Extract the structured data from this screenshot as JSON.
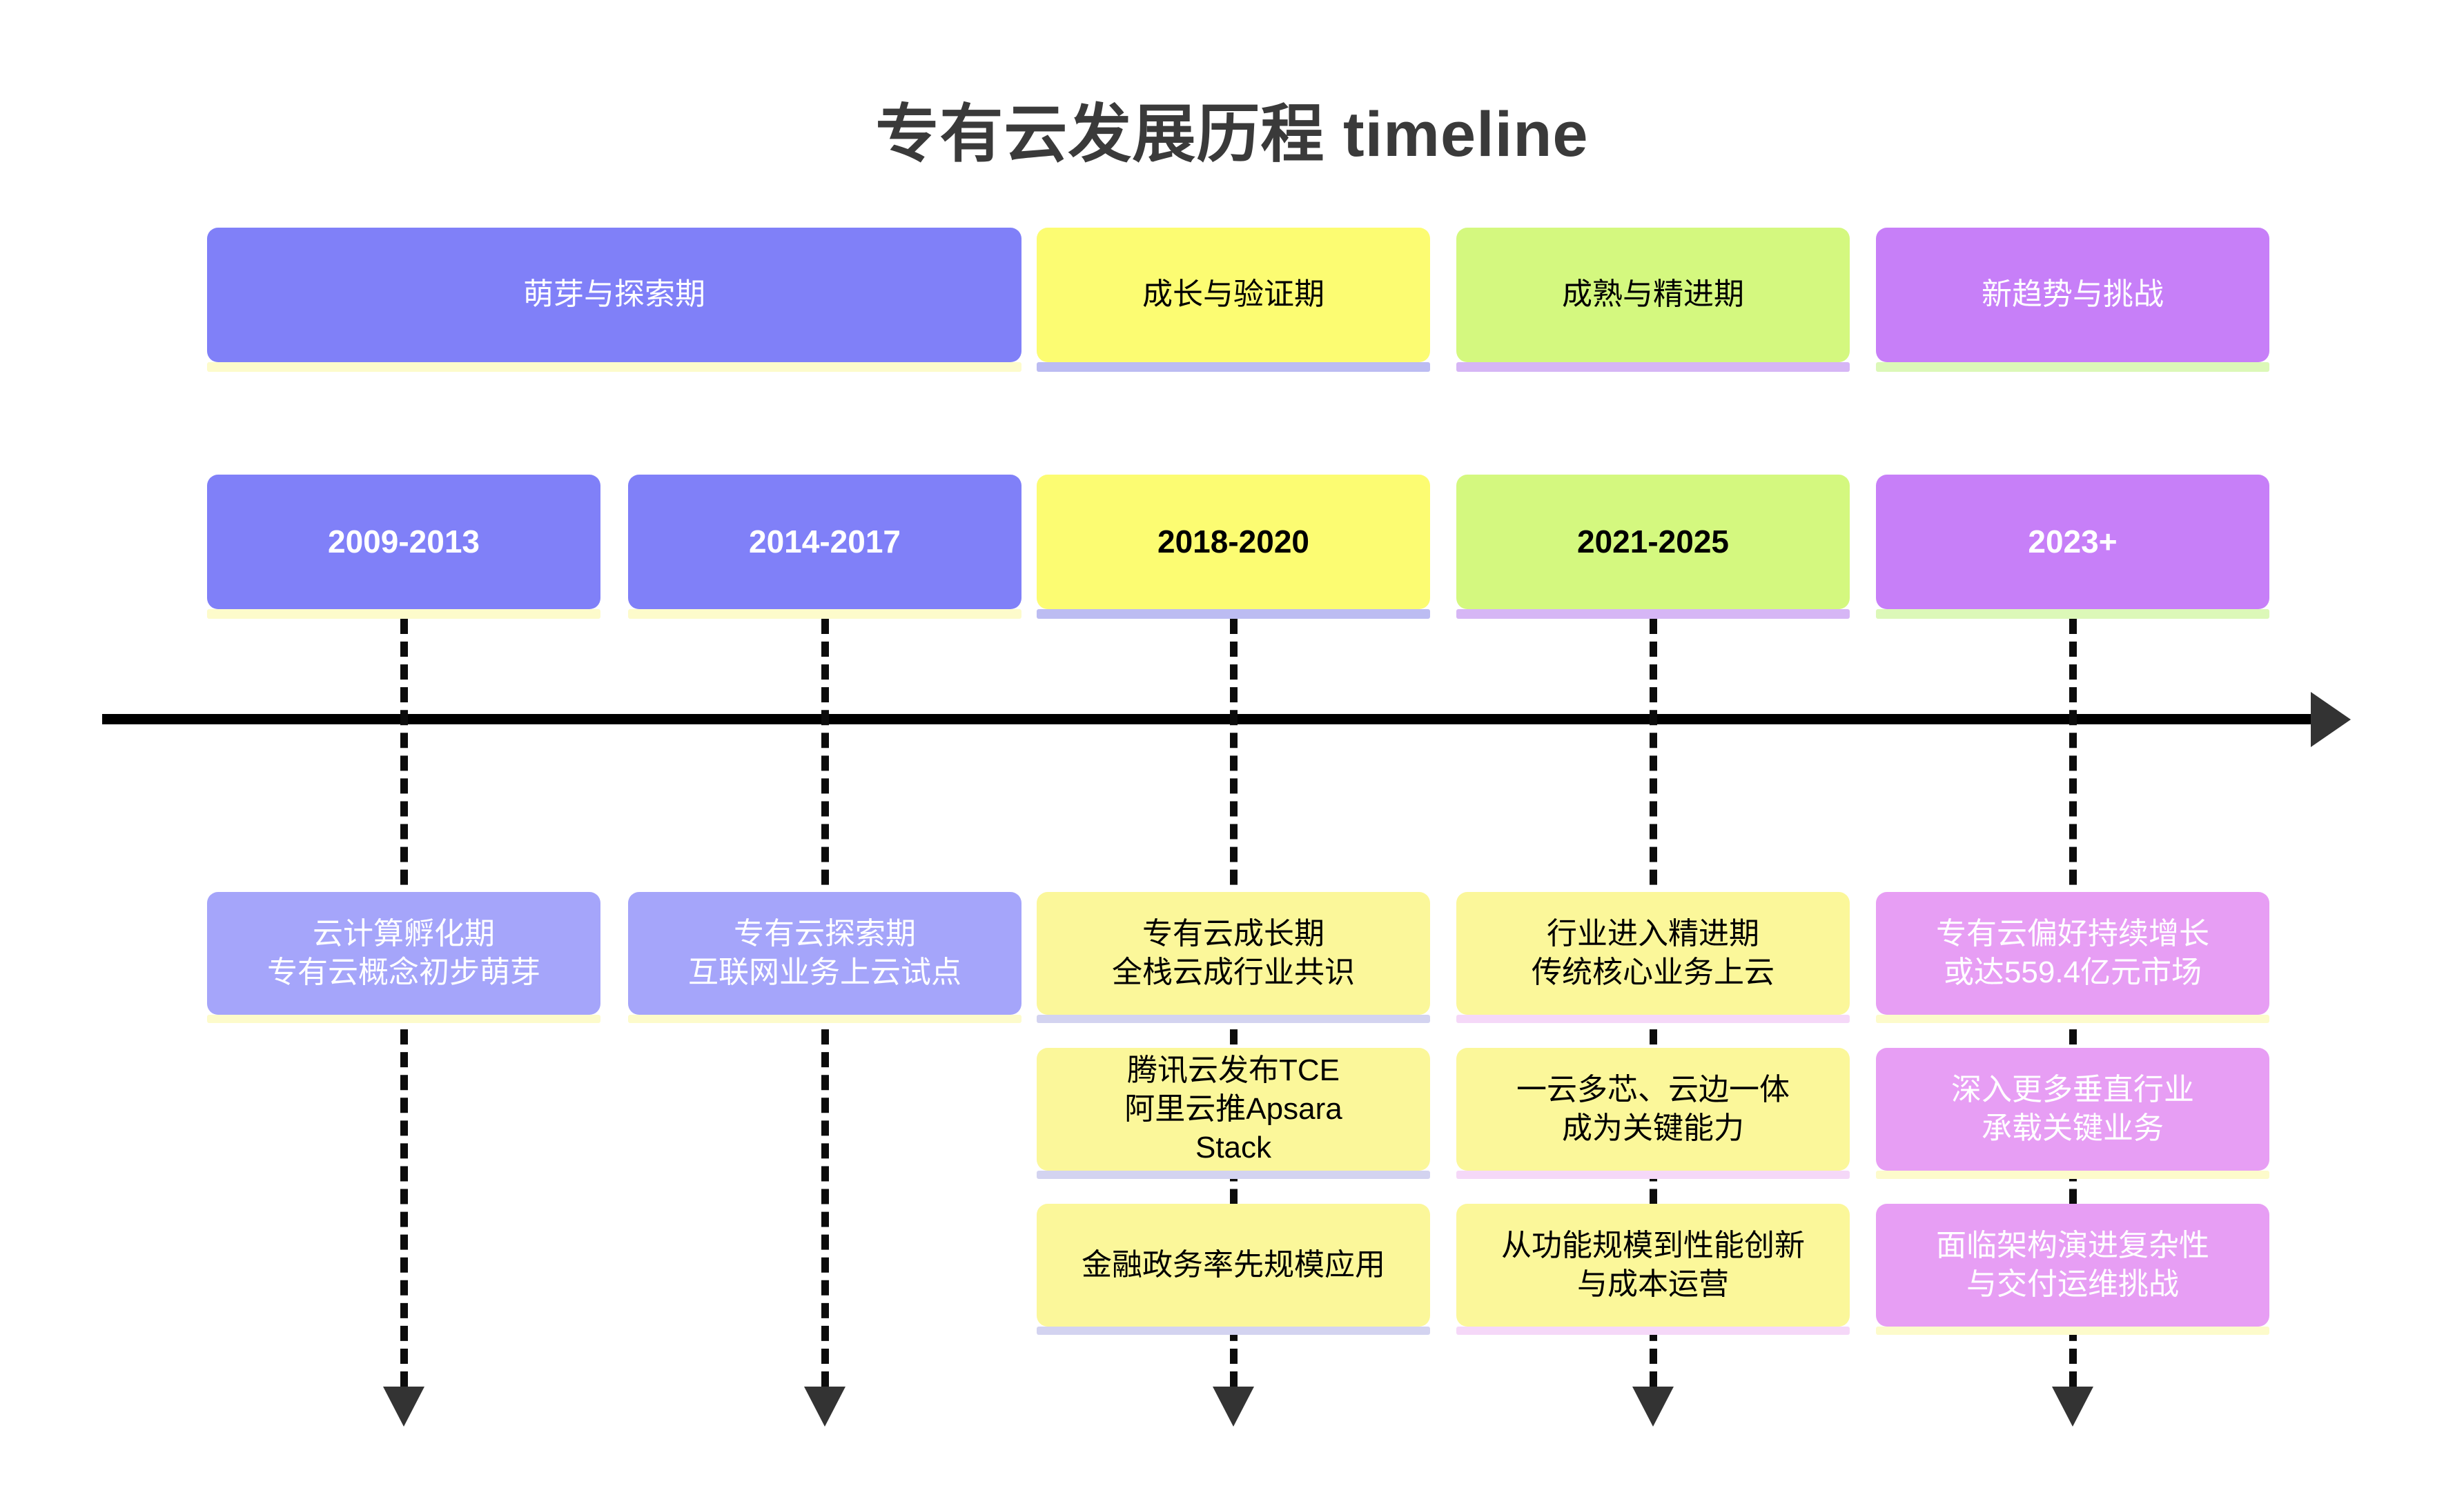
{
  "title": "专有云发展历程 timeline",
  "colors": {
    "phase_purple": "#8080f8",
    "phase_yellow": "#fcfc72",
    "phase_green": "#d4f87f",
    "phase_violet": "#c77ff8",
    "event_purple": "#a5a5fa",
    "event_yellow": "#fbf79a",
    "event_violet": "#e79ef4",
    "shadow_pale_yellow": "#fdfbcb",
    "shadow_lavender": "#bcbcf2",
    "shadow_light_violet": "#d6b6f5",
    "shadow_pale_green": "#dcf8b8",
    "shadow_pink": "#f5d8f8",
    "axis_black": "#000000",
    "arrow_gray": "#333333",
    "title_gray": "#3a3a3a"
  },
  "timeline": {
    "axis_label": "timeline-axis",
    "columns": [
      {
        "id": "col-1",
        "phase": {
          "label": "萌芽与探索期",
          "fill": "#8080f8",
          "text_color": "#ffffff",
          "shadow": "#fdfbcb",
          "spans_columns": 2
        },
        "period": {
          "label": "2009-2013",
          "fill": "#8080f8",
          "text_color": "#ffffff",
          "shadow": "#fdfbcb"
        },
        "events": [
          {
            "label": "云计算孵化期\n专有云概念初步萌芽",
            "fill": "#a5a5fa",
            "text_color": "#ffffff",
            "shadow": "#fdfbcb"
          }
        ]
      },
      {
        "id": "col-2",
        "phase": null,
        "period": {
          "label": "2014-2017",
          "fill": "#8080f8",
          "text_color": "#ffffff",
          "shadow": "#fdfbcb"
        },
        "events": [
          {
            "label": "专有云探索期\n互联网业务上云试点",
            "fill": "#a5a5fa",
            "text_color": "#ffffff",
            "shadow": "#fdfbcb"
          }
        ]
      },
      {
        "id": "col-3",
        "phase": {
          "label": "成长与验证期",
          "fill": "#fcfc72",
          "text_color": "#000000",
          "shadow": "#bcbcf2",
          "spans_columns": 1
        },
        "period": {
          "label": "2018-2020",
          "fill": "#fcfc72",
          "text_color": "#000000",
          "shadow": "#bcbcf2"
        },
        "events": [
          {
            "label": "专有云成长期\n全栈云成行业共识",
            "fill": "#fbf79a",
            "text_color": "#000000",
            "shadow": "#d3d3f0"
          },
          {
            "label": "腾讯云发布TCE\n阿里云推Apsara\nStack",
            "fill": "#fbf79a",
            "text_color": "#000000",
            "shadow": "#d3d3f0"
          },
          {
            "label": "金融政务率先规模应用",
            "fill": "#fbf79a",
            "text_color": "#000000",
            "shadow": "#d3d3f0"
          }
        ]
      },
      {
        "id": "col-4",
        "phase": {
          "label": "成熟与精进期",
          "fill": "#d4f87f",
          "text_color": "#000000",
          "shadow": "#d6b6f5",
          "spans_columns": 1
        },
        "period": {
          "label": "2021-2025",
          "fill": "#d4f87f",
          "text_color": "#000000",
          "shadow": "#d6b6f5"
        },
        "events": [
          {
            "label": "行业进入精进期\n传统核心业务上云",
            "fill": "#fbf79a",
            "text_color": "#000000",
            "shadow": "#f5d8f8"
          },
          {
            "label": "一云多芯、云边一体\n成为关键能力",
            "fill": "#fbf79a",
            "text_color": "#000000",
            "shadow": "#f5d8f8"
          },
          {
            "label": "从功能规模到性能创新\n与成本运营",
            "fill": "#fbf79a",
            "text_color": "#000000",
            "shadow": "#f5d8f8"
          }
        ]
      },
      {
        "id": "col-5",
        "phase": {
          "label": "新趋势与挑战",
          "fill": "#c77ff8",
          "text_color": "#ffffff",
          "shadow": "#dcf8b8",
          "spans_columns": 1
        },
        "period": {
          "label": "2023+",
          "fill": "#c77ff8",
          "text_color": "#ffffff",
          "shadow": "#dcf8b8"
        },
        "events": [
          {
            "label": "专有云偏好持续增长\n或达559.4亿元市场",
            "fill": "#e79ef4",
            "text_color": "#ffffff",
            "shadow": "#fdfbcb"
          },
          {
            "label": "深入更多垂直行业\n承载关键业务",
            "fill": "#e79ef4",
            "text_color": "#ffffff",
            "shadow": "#fdfbcb"
          },
          {
            "label": "面临架构演进复杂性\n与交付运维挑战",
            "fill": "#e79ef4",
            "text_color": "#ffffff",
            "shadow": "#fdfbcb"
          }
        ]
      }
    ]
  }
}
